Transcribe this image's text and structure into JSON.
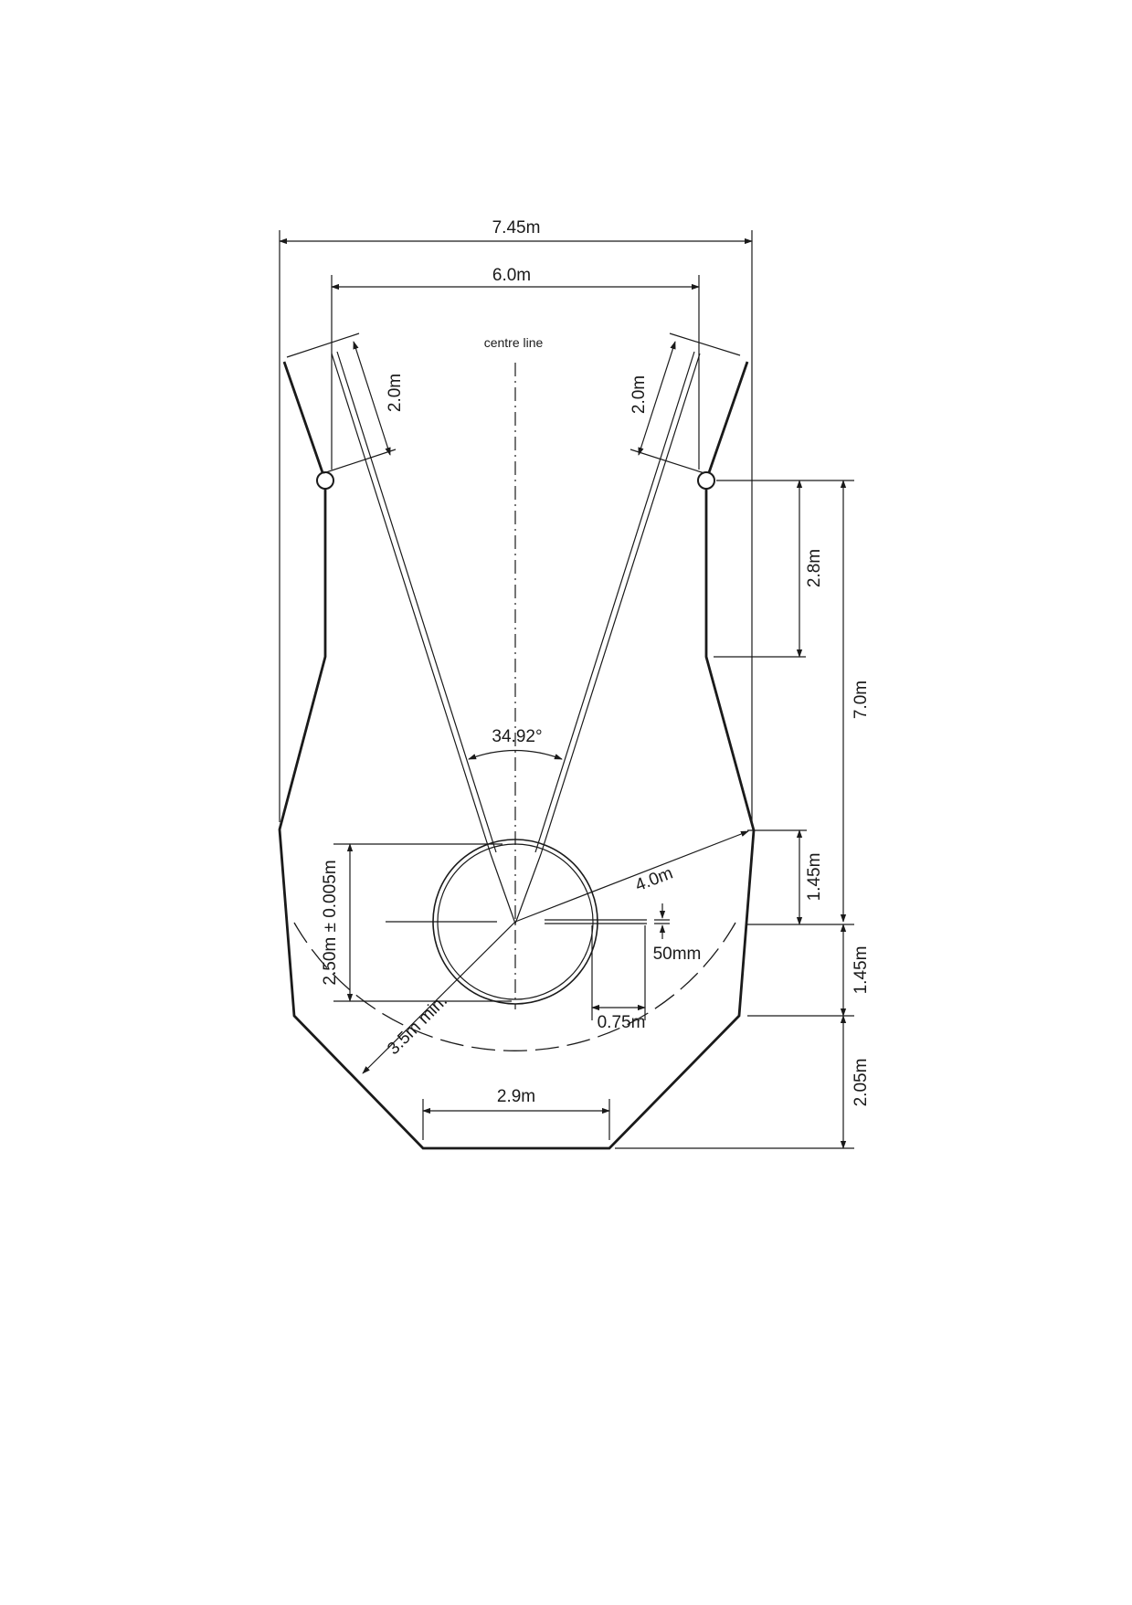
{
  "diagram": {
    "labels": {
      "overall_width": "7.45m",
      "sector_width": "6.0m",
      "centre_line": "centre line",
      "left_arm": "2.0m",
      "right_arm": "2.0m",
      "side_gap": "2.8m",
      "total_depth": "7.0m",
      "sector_angle": "34.92°",
      "upper_offset": "1.45m",
      "lower_offset": "1.45m",
      "radius_4": "4.0m",
      "toe_board": "50mm",
      "circle_diameter": "2.50m ± 0.005m",
      "board_length": "0.75m",
      "radius_min": "3.5m min.",
      "bottom_depth": "2.05m",
      "base_width": "2.9m"
    }
  }
}
